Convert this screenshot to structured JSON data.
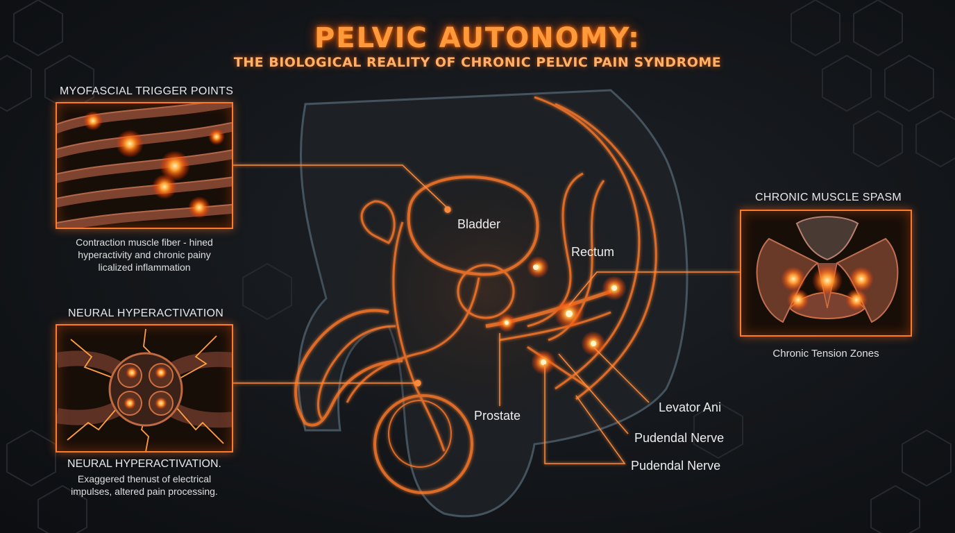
{
  "title": "PELVIC AUTONOMY:",
  "subtitle": "THE BIOLOGICAL REALITY OF CHRONIC PELVIC PAIN SYNDROME",
  "left_top": {
    "heading": "MYOFASCIAL TRIGGER POINTS",
    "caption": [
      "Contraction muscle fiber - hined",
      "hyperactivity and chronic painy",
      "licalized inflammation"
    ]
  },
  "left_bottom": {
    "heading": "NEURAL HYPERACTIVATION",
    "caption_title": "NEURAL HYPERACTIVATION.",
    "caption": [
      "Exaggered thenust of electrical",
      "impulses, altered pain processing."
    ]
  },
  "right": {
    "heading": "CHRONIC MUSCLE SPASM",
    "caption": "Chronic Tension Zones"
  },
  "labels": {
    "bladder": "Bladder",
    "rectum": "Rectum",
    "prostate": "Prostate",
    "levator": "Levator Ani",
    "pudendal1": "Pudendal Nerve",
    "pudendal2": "Pudendal Nerve"
  },
  "colors": {
    "accent": "#ff7a2a",
    "glow": "#ff4a10",
    "title": "#ff9a3c"
  }
}
